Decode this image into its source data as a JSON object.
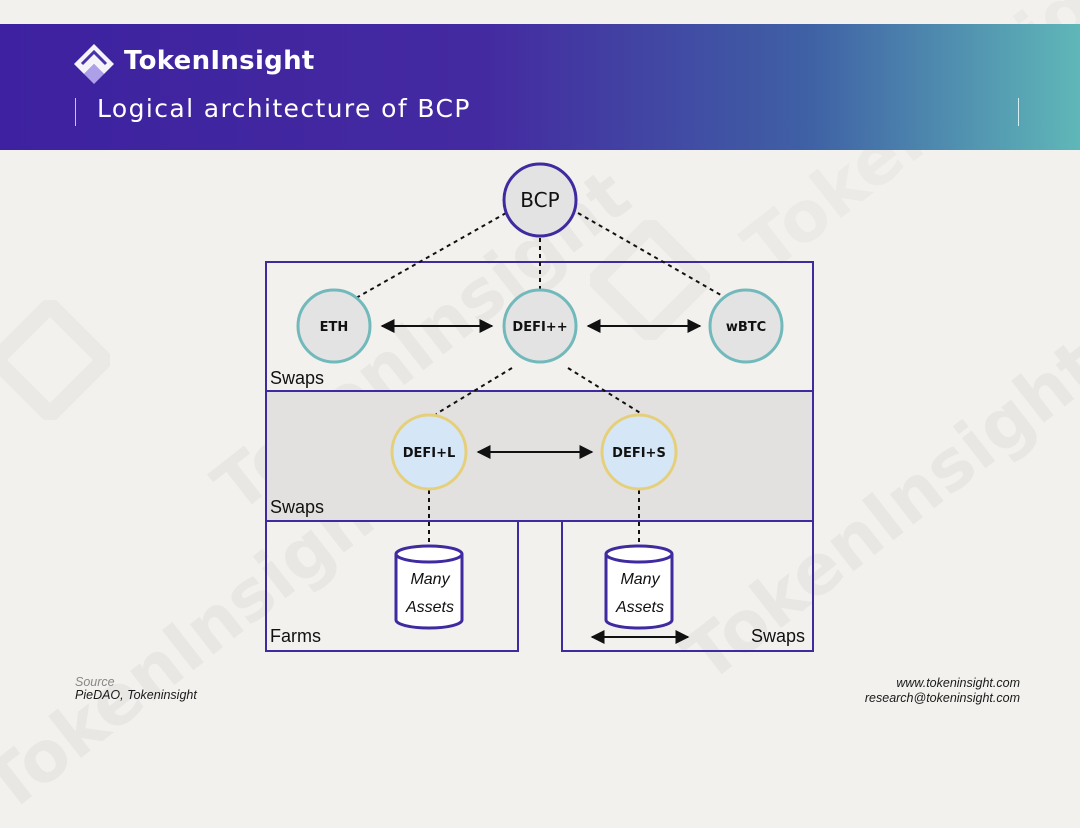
{
  "header": {
    "brand": "TokenInsight",
    "title": "Logical architecture of BCP"
  },
  "watermark_text": "TokenInsight",
  "diagram": {
    "top_node": "BCP",
    "swaps_top_nodes": [
      "ETH",
      "DEFI++",
      "wBTC"
    ],
    "swaps_mid_nodes": [
      "DEFI+L",
      "DEFI+S"
    ],
    "box_labels": {
      "swaps_top": "Swaps",
      "swaps_mid": "Swaps",
      "farms": "Farms",
      "swaps_bottom": "Swaps"
    },
    "assets": {
      "left": [
        "Many",
        "Assets"
      ],
      "right": [
        "Many",
        "Assets"
      ]
    }
  },
  "colors": {
    "purple": "#3f2aa0",
    "teal_ring": "#72b9bb",
    "gold_ring": "#e6cf7a",
    "node_fill_gray": "#e3e3e3",
    "node_fill_blue": "#d5e6f6",
    "mid_band": "#e2e1df"
  },
  "footer": {
    "source_label": "Source",
    "source_value": "PieDAO, Tokeninsight",
    "website": "www.tokeninsight.com",
    "email": "research@tokeninsight.com"
  }
}
